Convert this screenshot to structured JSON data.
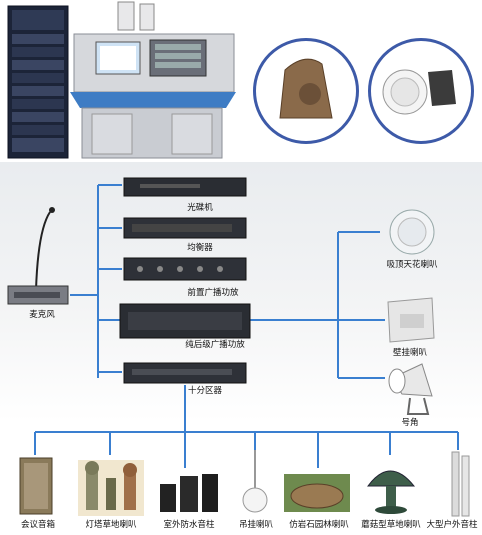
{
  "labels": {
    "cd_player": "光碟机",
    "equalizer": "均衡器",
    "preamp": "前置广播功放",
    "power_amp": "纯后级广播功放",
    "zone_selector": "十分区器",
    "microphone": "麦克风",
    "ceiling_speaker": "吸顶天花喇叭",
    "wall_speaker": "壁挂喇叭",
    "horn": "号角",
    "meeting_speaker": "会议音箱",
    "lighthouse_lawn_speaker": "灯塔草地喇叭",
    "outdoor_column": "室外防水音柱",
    "pendant_speaker": "吊挂喇叭",
    "rock_garden_speaker": "仿岩石园林喇叭",
    "mushroom_lawn_speaker": "蘑菇型草地喇叭",
    "large_outdoor_column": "大型户外音柱"
  },
  "colors": {
    "connector": "#3a7fd0",
    "badge_ring": "#3d5aa8",
    "rack": "#1c2438",
    "console": "#c9ccd2"
  },
  "icons": [
    "equipment-rack-icon",
    "control-console-icon",
    "rock-speaker-icon",
    "ceiling-speaker-icon"
  ]
}
